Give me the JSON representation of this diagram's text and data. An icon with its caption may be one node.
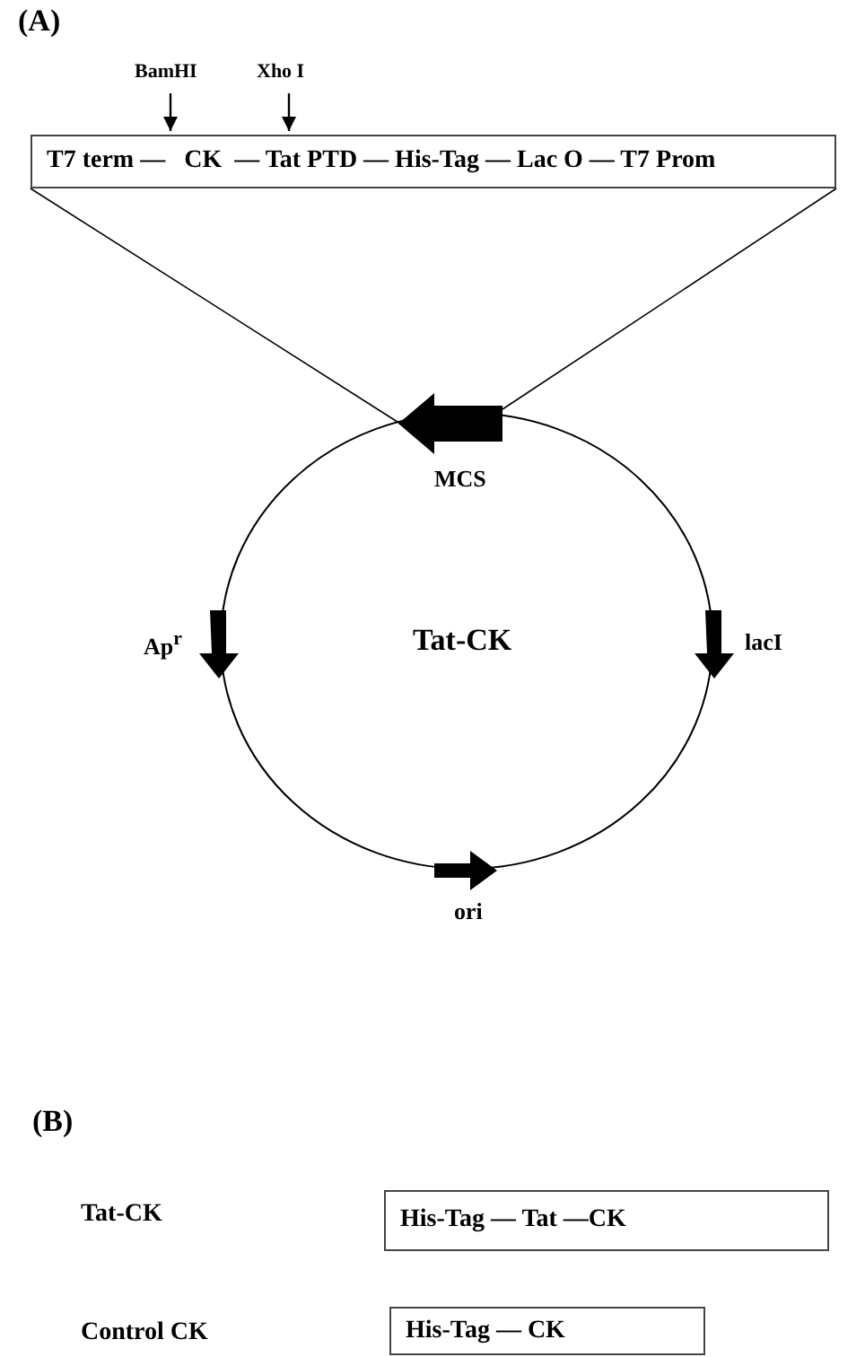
{
  "diagram": {
    "nodes": [
      {
        "text": [
          "BamHI"
        ]
      },
      {
        "text": [
          "Xho I"
        ]
      },
      {
        "text": [
          "T7 term —   CK  — Tat PTD — His-Tag — Lac O — T7 Prom"
        ]
      },
      {
        "text": [],
        "shape": "arrow"
      },
      {
        "text": [
          "Tat-CK"
        ]
      },
      {
        "text": [
          "His-Tag — Tat —CK"
        ]
      },
      {
        "text": [
          "His-Tag — CK"
        ]
      }
    ],
    "edges": [
      {
        "from": 0,
        "to": 2,
        "arrow": "to"
      },
      {
        "from": 1,
        "to": 2,
        "arrow": "to"
      },
      {
        "from": 2,
        "to": 3,
        "arrow": "none"
      },
      {
        "from": 2,
        "to": 3,
        "arrow": "none"
      }
    ],
    "labels": [
      "(A)",
      "MCS",
      "Ap$^{r}$",
      "lacI",
      "ori",
      "(B)",
      "Tat-CK",
      "Control CK"
    ]
  }
}
